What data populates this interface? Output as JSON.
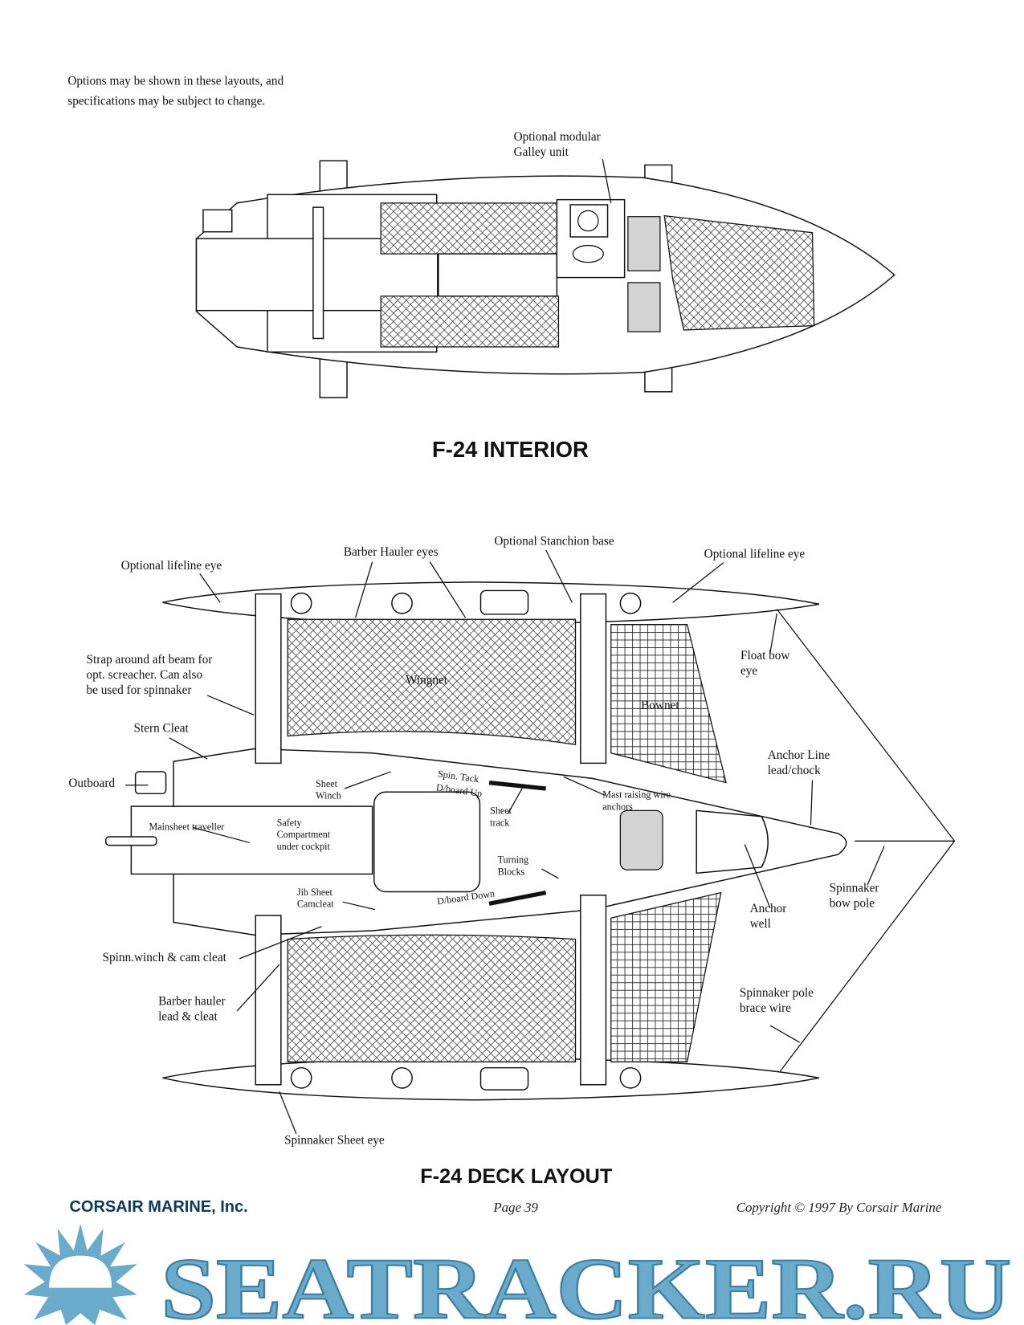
{
  "intro_text": [
    "Options may be shown in these layouts, and",
    "specifications may be subject to change."
  ],
  "interior": {
    "title": "F-24 INTERIOR",
    "labels": {
      "galley": [
        "Optional modular",
        "Galley unit"
      ]
    }
  },
  "deck": {
    "title": "F-24 DECK LAYOUT",
    "labels": {
      "lifeline_left": "Optional lifeline eye",
      "barber_eyes": "Barber Hauler eyes",
      "stanchion": "Optional Stanchion base",
      "lifeline_right": "Optional lifeline eye",
      "strap": [
        "Strap around aft beam for",
        "opt. screacher. Can also",
        "be used for spinnaker"
      ],
      "stern_cleat": "Stern Cleat",
      "outboard": "Outboard",
      "mainsheet": "Mainsheet traveller",
      "safety": [
        "Safety",
        "Compartment",
        "under cockpit"
      ],
      "sheet_winch": [
        "Sheet",
        "Winch"
      ],
      "jib_camcleat": [
        "Jib Sheet",
        "Camcleat"
      ],
      "spin_tack": "Spin. Tack",
      "dboard_up": "D/board Up",
      "dboard_down": "D/board Down",
      "sheet_track": [
        "Sheet",
        "track"
      ],
      "turning_blocks": [
        "Turning",
        "Blocks"
      ],
      "mast_anchors": [
        "Mast raising wire",
        "anchors"
      ],
      "wingnet": "Wingnet",
      "bownet": "Bownet",
      "float_bow_eye": [
        "Float bow",
        "eye"
      ],
      "anchor_line": [
        "Anchor Line",
        "lead/chock"
      ],
      "anchor_well": [
        "Anchor",
        "well"
      ],
      "spin_bow_pole": [
        "Spinnaker",
        "bow pole"
      ],
      "spin_brace": [
        "Spinnaker pole",
        "brace wire"
      ],
      "spinn_winch": "Spinn.winch & cam cleat",
      "barber_lead": [
        "Barber hauler",
        "lead &  cleat"
      ],
      "spin_sheet_eye": "Spinnaker Sheet eye"
    }
  },
  "footer": {
    "company": "CORSAIR MARINE, Inc.",
    "page": "Page 39",
    "copyright": "Copyright © 1997 By Corsair Marine"
  },
  "watermark": "SEATRACKER.RU"
}
